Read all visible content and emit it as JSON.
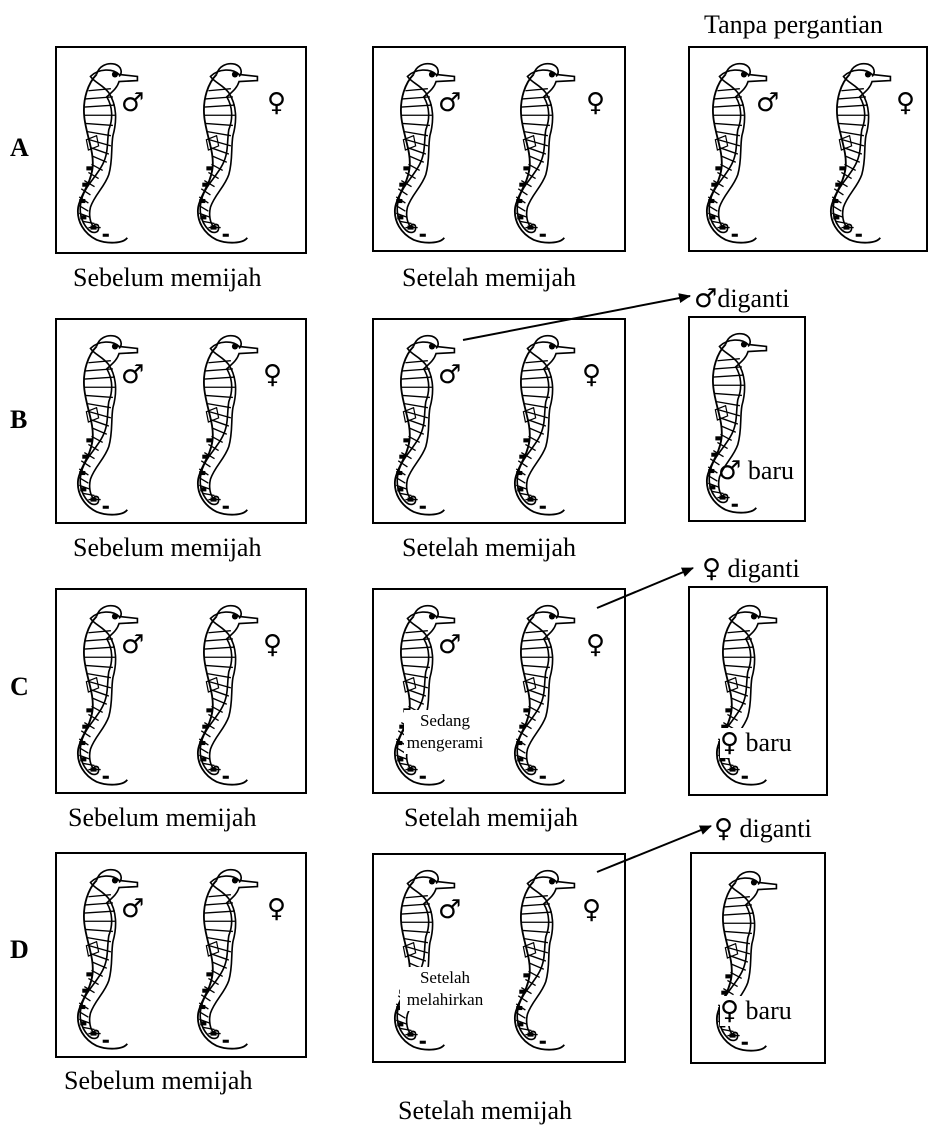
{
  "header": {
    "no_change": "Tanpa pergantian"
  },
  "symbols": {
    "male": "♂",
    "female": "♀"
  },
  "rows": [
    {
      "label": "A",
      "before_caption": "Sebelum memijah",
      "after_caption": "Setelah memijah",
      "after_note": "",
      "replacement": "",
      "new_label": ""
    },
    {
      "label": "B",
      "before_caption": "Sebelum memijah",
      "after_caption": "Setelah memijah",
      "after_note": "",
      "replacement": "diganti",
      "new_label": "baru"
    },
    {
      "label": "C",
      "before_caption": "Sebelum memijah",
      "after_caption": "Setelah memijah",
      "after_note": "Sedang mengerami",
      "replacement": "diganti",
      "new_label": "baru"
    },
    {
      "label": "D",
      "before_caption": "Sebelum memijah",
      "after_caption": "Setelah memijah",
      "after_note": "Setelah melahirkan",
      "replacement": "diganti",
      "new_label": "baru"
    }
  ],
  "notes": {
    "c_line1": "Sedang",
    "c_line2": "mengerami",
    "d_line1": "Setelah",
    "d_line2": "melahirkan"
  }
}
